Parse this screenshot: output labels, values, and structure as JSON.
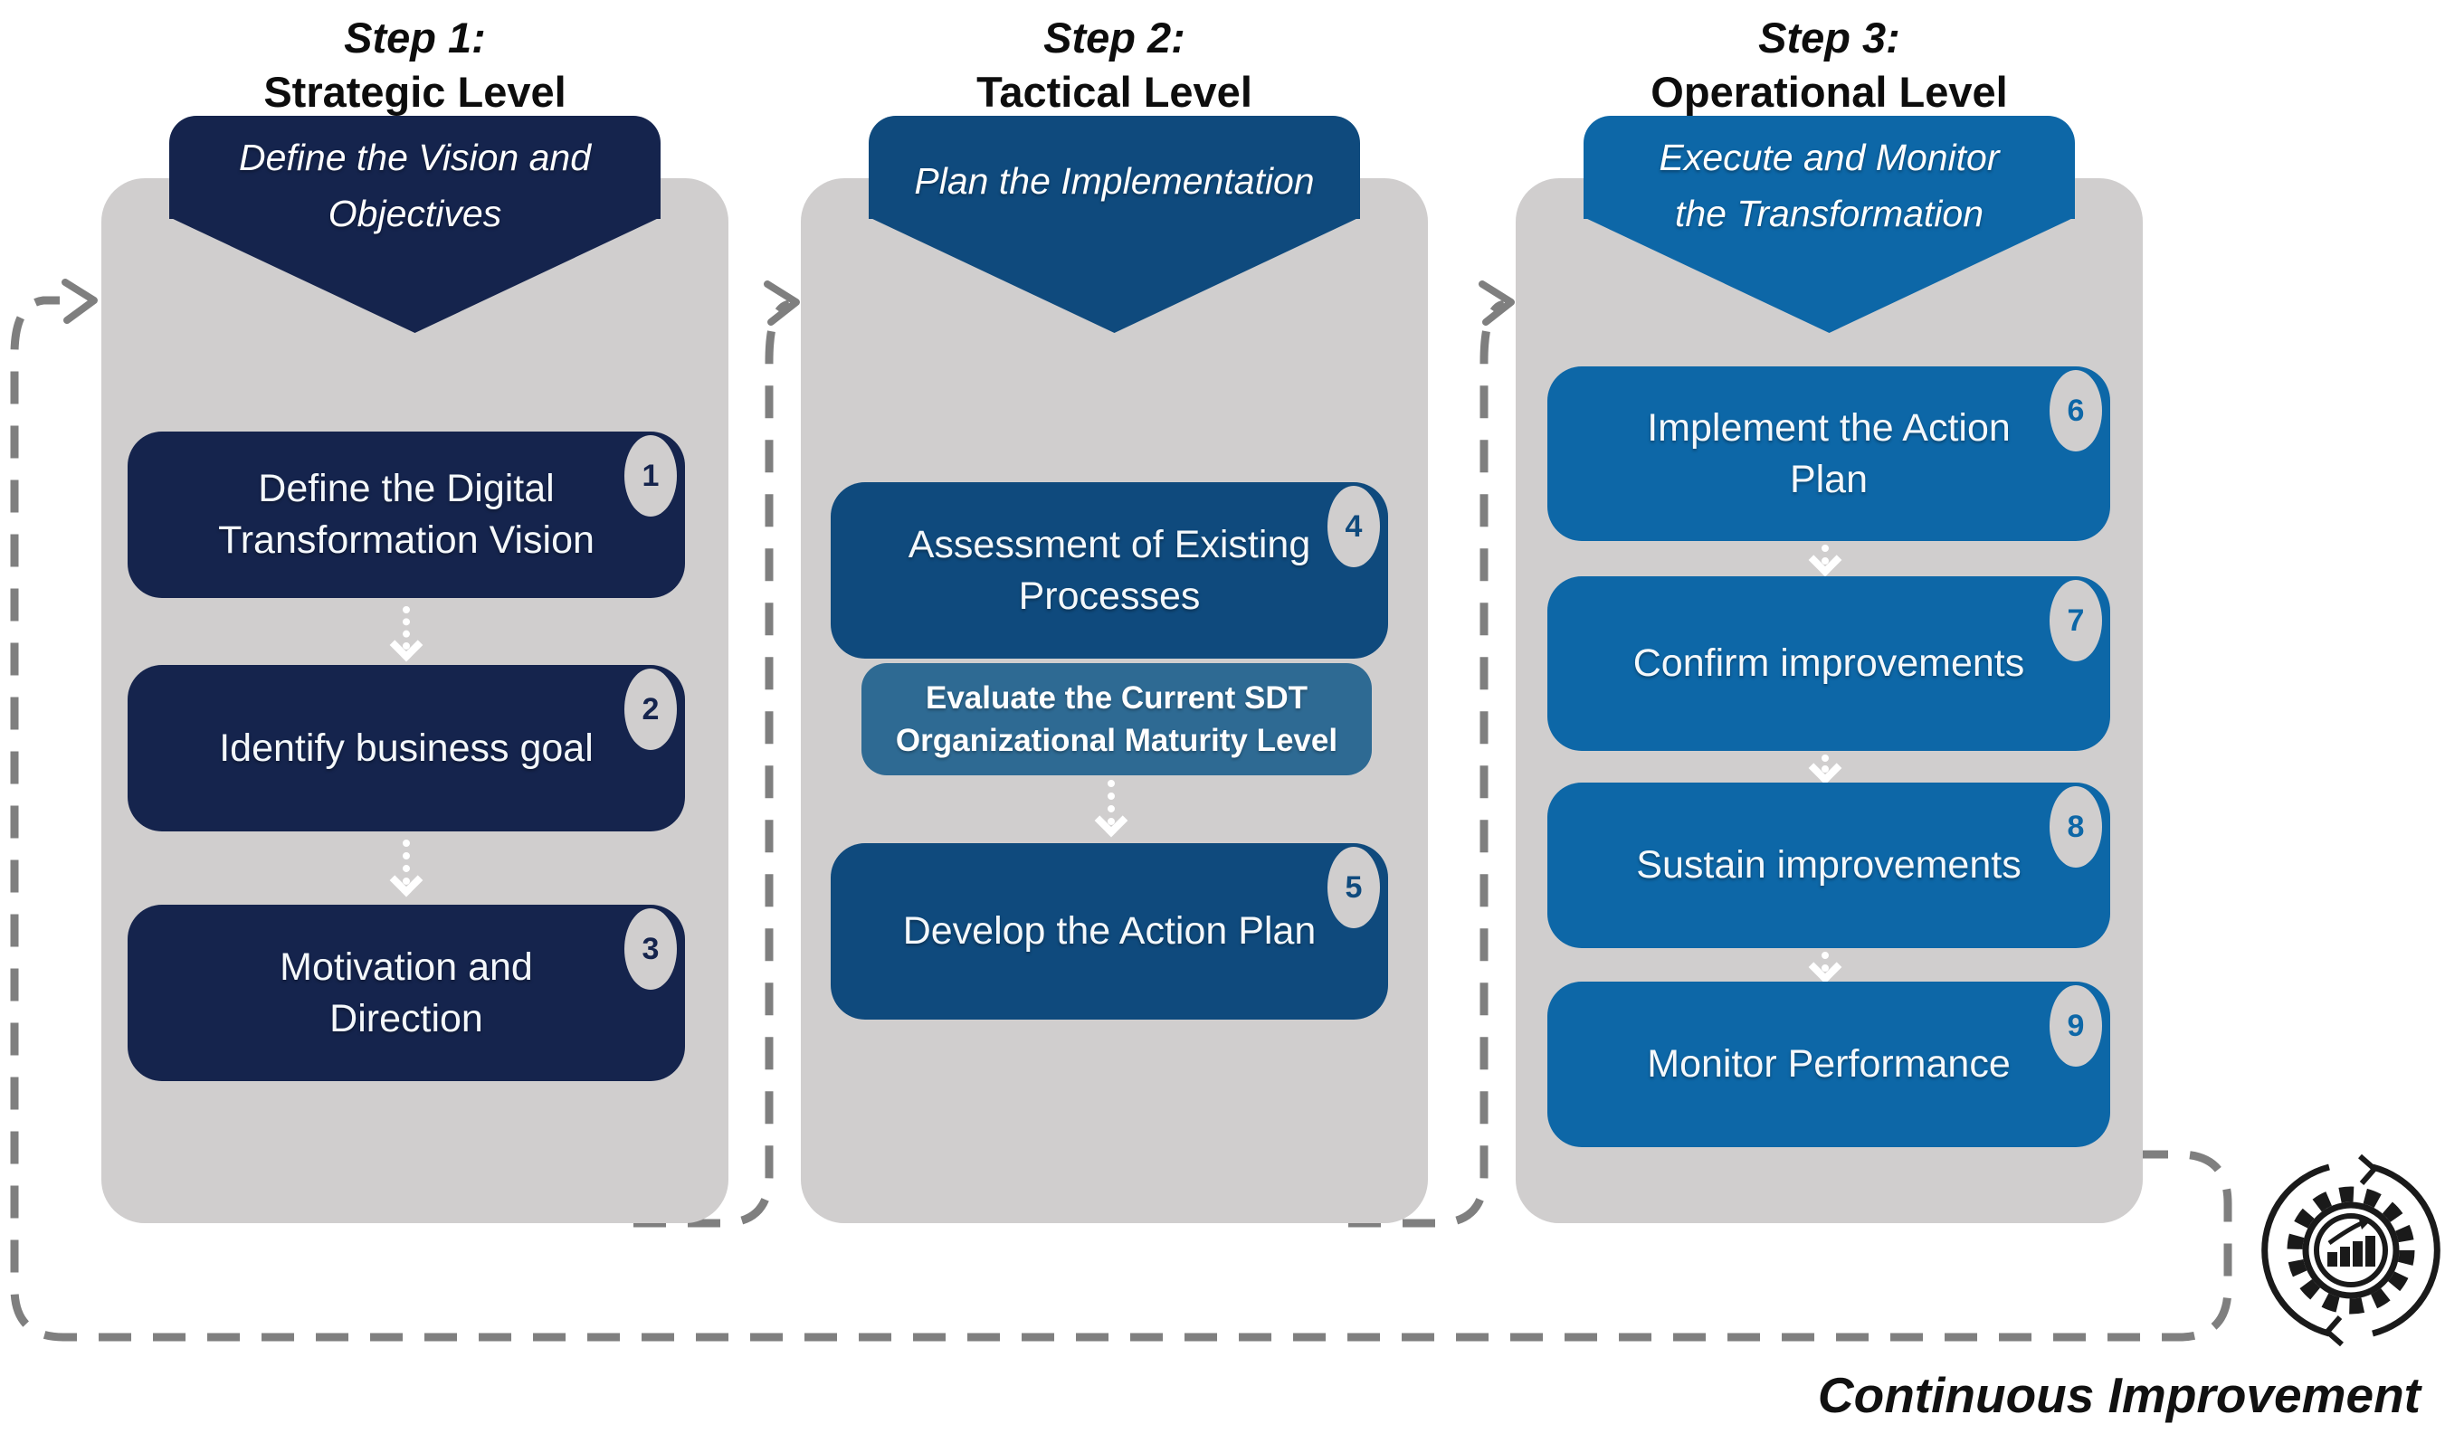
{
  "diagram": {
    "columns": [
      {
        "step_label": "Step 1:",
        "level_label": "Strategic Level",
        "banner": {
          "line1": "Define the Vision and",
          "line2": "Objectives"
        },
        "boxes": [
          {
            "number": "1",
            "line1": "Define the Digital",
            "line2": "Transformation Vision"
          },
          {
            "number": "2",
            "line1": "Identify business goal"
          },
          {
            "number": "3",
            "line1": "Motivation and",
            "line2": "Direction"
          }
        ]
      },
      {
        "step_label": "Step 2:",
        "level_label": "Tactical Level",
        "banner": {
          "line1": "Plan the Implementation"
        },
        "boxes": [
          {
            "number": "4",
            "line1": "Assessment of Existing",
            "line2": "Processes"
          },
          {
            "number": "5",
            "line1": "Develop the Action Plan"
          }
        ],
        "sub_box": {
          "line1": "Evaluate the Current SDT",
          "line2": "Organizational Maturity Level"
        }
      },
      {
        "step_label": "Step 3:",
        "level_label": "Operational Level",
        "banner": {
          "line1": "Execute and Monitor",
          "line2": "the Transformation"
        },
        "boxes": [
          {
            "number": "6",
            "line1": "Implement the Action",
            "line2": "Plan"
          },
          {
            "number": "7",
            "line1": "Confirm improvements"
          },
          {
            "number": "8",
            "line1": "Sustain improvements"
          },
          {
            "number": "9",
            "line1": "Monitor Performance"
          }
        ]
      }
    ],
    "footer": {
      "label": "Continuous Improvement"
    },
    "colors": {
      "panel": "#d0cece",
      "strategic_accent": "#15244d",
      "tactical_accent": "#0f4a7d",
      "operational_accent": "#0d67a7",
      "maturity_sub_box": "#2e6a93",
      "connector_dash": "#7f7f7f",
      "badge_bg": "#d0cece",
      "box_text": "#ffffff",
      "title_text": "#0d0d0d"
    }
  }
}
